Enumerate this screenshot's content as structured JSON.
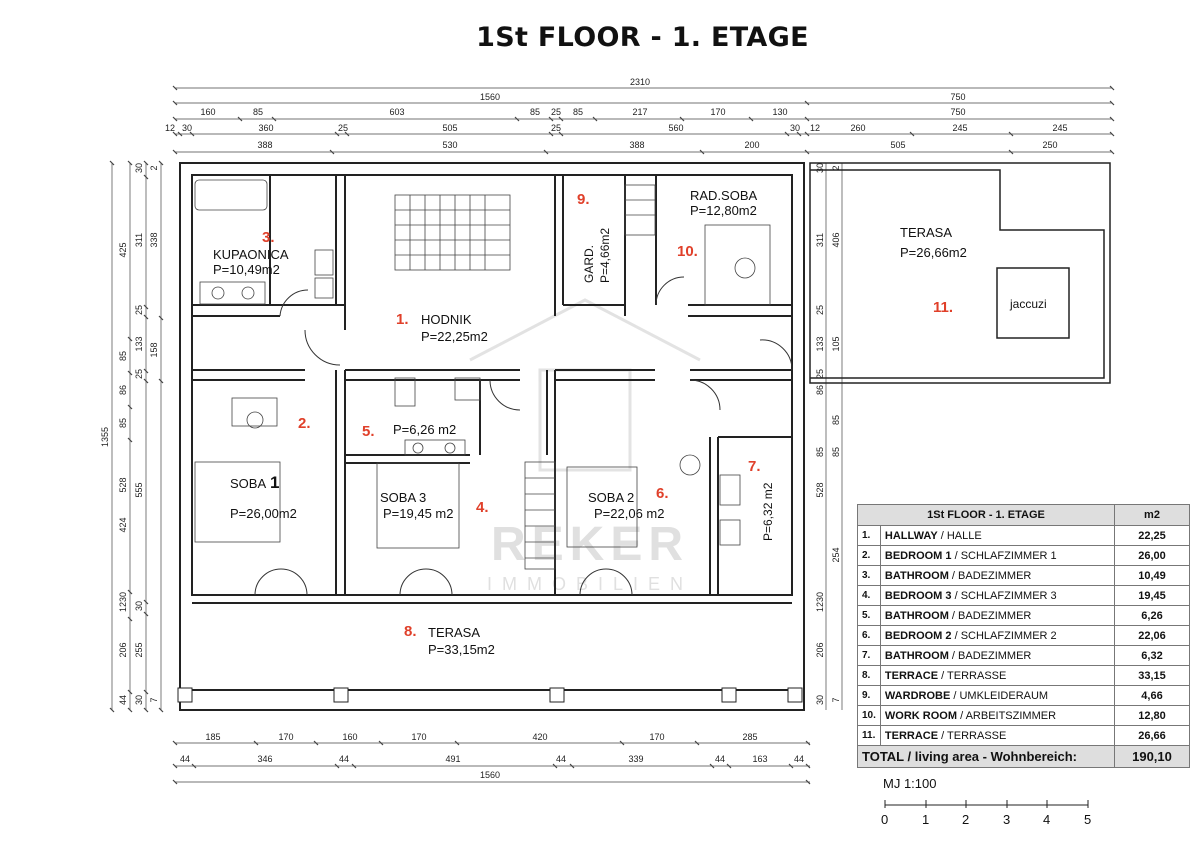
{
  "title": "1St FLOOR - 1. ETAGE",
  "rooms": [
    {
      "num": "3.",
      "name": "KUPAONICA",
      "area": "P=10,49m2"
    },
    {
      "num": "1.",
      "name": "HODNIK",
      "area": "P=22,25m2"
    },
    {
      "num": "9.",
      "name": "GARD.",
      "area": "P=4,66m2"
    },
    {
      "num": "10.",
      "name": "RAD.SOBA",
      "area": "P=12,80m2"
    },
    {
      "num": "11.",
      "name": "TERASA",
      "area": "P=26,66m2"
    },
    {
      "num": "2.",
      "name": "SOBA",
      "area": "P=26,00m2",
      "suffix": "1"
    },
    {
      "num": "5.",
      "name": "",
      "area": "P=6,26 m2"
    },
    {
      "num": "4.",
      "name": "SOBA 3",
      "area": "P=19,45 m2"
    },
    {
      "num": "6.",
      "name": "SOBA 2",
      "area": "P=22,06 m2"
    },
    {
      "num": "7.",
      "name": "",
      "area": "P=6,32 m2"
    },
    {
      "num": "8.",
      "name": "TERASA",
      "area": "P=33,15m2"
    }
  ],
  "jaccuzi": "jaccuzi",
  "watermark": {
    "line1": "REKER",
    "line2": "IMMOBILIEN"
  },
  "dims": {
    "top_total": "2310",
    "top_r1": [
      "1560",
      "750"
    ],
    "top_r2": [
      "160",
      "85",
      "603",
      "85",
      "25",
      "85",
      "217",
      "170",
      "130",
      "750"
    ],
    "top_r3": [
      "12",
      "30",
      "360",
      "25",
      "505",
      "25",
      "560",
      "30",
      "12",
      "260",
      "245",
      "245"
    ],
    "top_r4": [
      "388",
      "530",
      "388",
      "200",
      "505",
      "250"
    ],
    "bot_r1": [
      "185",
      "170",
      "160",
      "170",
      "420",
      "170",
      "285"
    ],
    "bot_r2": [
      "44",
      "346",
      "44",
      "491",
      "44",
      "339",
      "44",
      "163",
      "44"
    ],
    "bot_total": "1560",
    "left_total": "1355",
    "left_a": [
      "425",
      "85",
      "86",
      "85",
      "528",
      "424",
      "1230",
      "206",
      "44"
    ],
    "left_b": [
      "30",
      "311",
      "25",
      "133",
      "25",
      "555",
      "30",
      "255",
      "30"
    ],
    "left_c": [
      "2",
      "338",
      "158",
      "7"
    ],
    "right_a": [
      "30",
      "311",
      "25",
      "133",
      "25",
      "86",
      "85",
      "528",
      "1230",
      "206",
      "30"
    ],
    "right_b": [
      "2",
      "406",
      "105",
      "85",
      "85",
      "254",
      "7"
    ]
  },
  "table": {
    "header": "1St FLOOR - 1. ETAGE",
    "unit_header": "m2",
    "rows": [
      {
        "num": "1.",
        "en": "HALLWAY",
        "de": " / HALLE",
        "val": "22,25"
      },
      {
        "num": "2.",
        "en": "BEDROOM 1",
        "de": " / SCHLAFZIMMER  1",
        "val": "26,00"
      },
      {
        "num": "3.",
        "en": "BATHROOM",
        "de": " / BADEZIMMER",
        "val": "10,49"
      },
      {
        "num": "4.",
        "en": "BEDROOM 3",
        "de": "  / SCHLAFZIMMER  3",
        "val": "19,45"
      },
      {
        "num": "5.",
        "en": "BATHROOM",
        "de": " / BADEZIMMER",
        "val": "6,26"
      },
      {
        "num": "6.",
        "en": "BEDROOM 2",
        "de": " / SCHLAFZIMMER  2",
        "val": "22,06"
      },
      {
        "num": "7.",
        "en": "BATHROOM",
        "de": " / BADEZIMMER",
        "val": "6,32"
      },
      {
        "num": "8.",
        "en": "TERRACE",
        "de": " / TERRASSE",
        "val": "33,15"
      },
      {
        "num": "9.",
        "en": "WARDROBE",
        "de": " / UMKLEIDERAUM",
        "val": "4,66"
      },
      {
        "num": "10.",
        "en": "WORK ROOM",
        "de": " / ARBEITSZIMMER",
        "val": "12,80"
      },
      {
        "num": "11.",
        "en": "TERRACE",
        "de": " / TERRASSE",
        "val": "26,66"
      }
    ],
    "total_label": "TOTAL / living area - Wohnbereich:",
    "total_value": "190,10"
  },
  "scale": {
    "label": "MJ 1:100",
    "ticks": [
      "0",
      "1",
      "2",
      "3",
      "4",
      "5"
    ]
  },
  "colors": {
    "room_number": "#e0402a",
    "wall": "#222222",
    "table_header": "#dedede"
  }
}
